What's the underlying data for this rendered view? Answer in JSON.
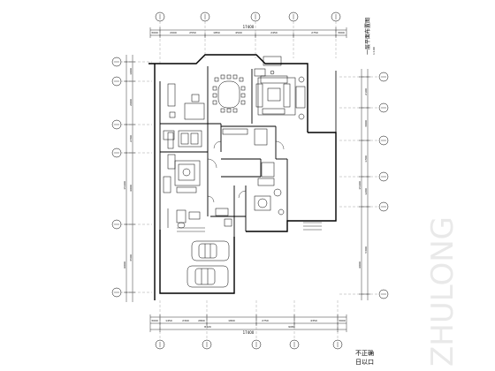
{
  "drawing": {
    "title": "一层平面布置图",
    "scale": "1:100",
    "caption_line1": "不正确",
    "caption_line2": "日以口"
  },
  "dimensions": {
    "top_total": "17400",
    "top_left_outer": "3000",
    "top_segments": [
      "2000",
      "2550",
      "1850",
      "4500",
      "2450",
      "2750"
    ],
    "top_right_outer": "3000",
    "bottom_total": "17400",
    "bottom_left_outer": "3000",
    "bottom_segments": [
      "1450",
      "2300",
      "2800",
      "1800",
      "2750",
      "4350"
    ],
    "bottom_sub": [
      "8320",
      "9080"
    ],
    "bottom_right_outer": "3000",
    "left_total": "15400",
    "left_segments": [
      "1000",
      "2000",
      "2700",
      "4000",
      "3500"
    ],
    "left_outer": "6000",
    "right_total": "15400",
    "right_segments": [
      "2100",
      "3000",
      "1700",
      "1200",
      "5300"
    ],
    "right_outer": "4000"
  },
  "watermark": "ZHULONG"
}
